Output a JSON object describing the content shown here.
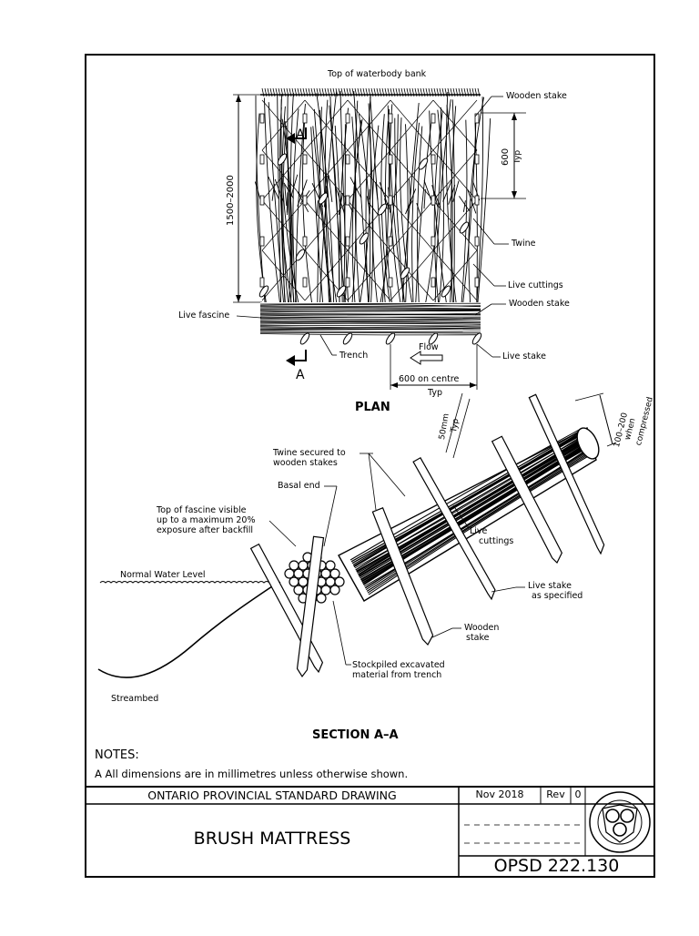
{
  "plan": {
    "title": "PLAN",
    "top_label": "Top of waterbody bank",
    "wooden_stake_top": "Wooden stake",
    "spacing_value": "600",
    "spacing_typ": "Typ",
    "height_dim": "1500–2000",
    "twine": "Twine",
    "live_cuttings": "Live cuttings",
    "wooden_stake_bottom": "Wooden stake",
    "live_fascine": "Live fascine",
    "trench": "Trench",
    "flow": "Flow",
    "live_stake": "Live stake",
    "centre_spacing": "600 on centre",
    "centre_typ": "Typ",
    "section_marker": "A"
  },
  "section": {
    "title": "SECTION A–A",
    "dim_50": "50mm",
    "dim_50_typ": "Typ",
    "dim_compressed_1": "100–200",
    "dim_compressed_2": "when",
    "dim_compressed_3": "compressed",
    "twine_secured_1": "Twine secured to",
    "twine_secured_2": "wooden stakes",
    "basal_end": "Basal end",
    "top_fascine_1": "Top of fascine visible",
    "top_fascine_2": "up to a maximum 20%",
    "top_fascine_3": "exposure after backfill",
    "live_cuttings_1": "Live",
    "live_cuttings_2": "cuttings",
    "normal_water": "Normal Water Level",
    "live_stake_1": "Live stake",
    "live_stake_2": "as specified",
    "wooden_stake_1": "Wooden",
    "wooden_stake_2": "stake",
    "stockpiled_1": "Stockpiled excavated",
    "stockpiled_2": "material from trench",
    "streambed": "Streambed"
  },
  "notes": {
    "heading": "NOTES:",
    "line_1": "A All dimensions are in millimetres unless otherwise shown."
  },
  "title_block": {
    "org": "ONTARIO PROVINCIAL STANDARD DRAWING",
    "date": "Nov 2018",
    "rev_label": "Rev",
    "rev_value": "0",
    "drawing_title": "BRUSH MATTRESS",
    "drawing_number": "OPSD 222.130"
  }
}
